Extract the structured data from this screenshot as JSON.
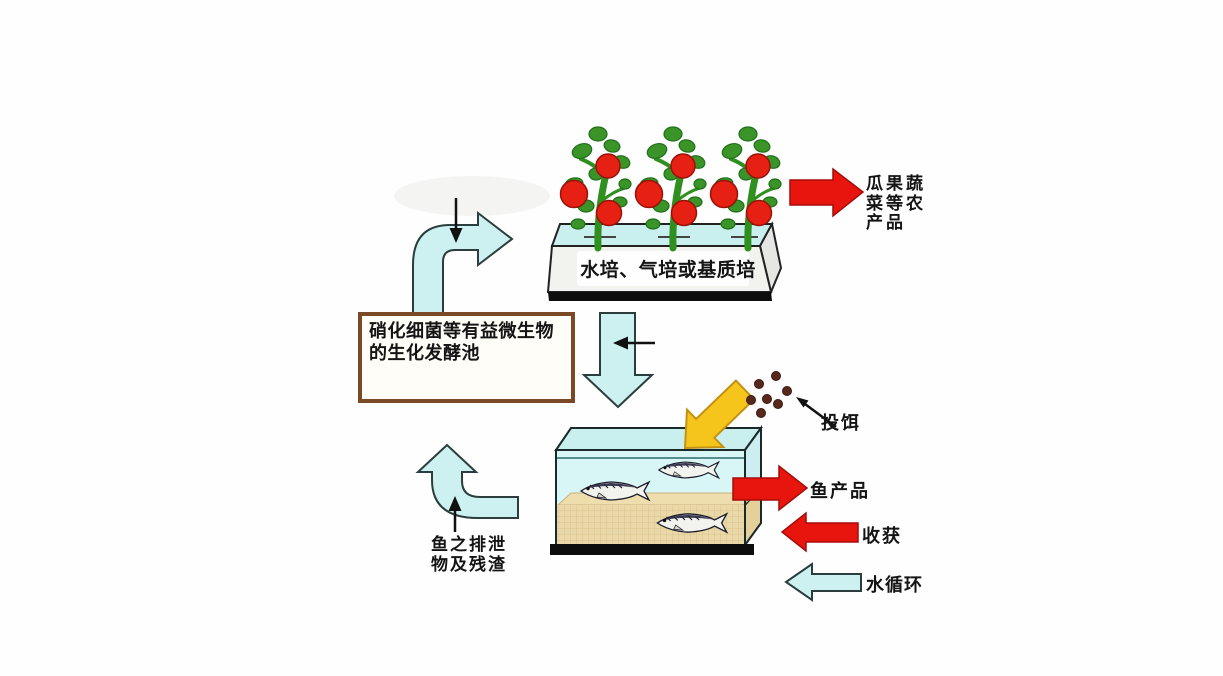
{
  "diagram": {
    "grow_bed_label": "水培、气培或基质培",
    "biofilter_box": {
      "lines": [
        "硝化细菌等有益微生物",
        "的生化发酵池"
      ]
    },
    "produce_label": {
      "lines": [
        "瓜果蔬",
        "菜等农",
        "产品"
      ]
    },
    "feeding_label": "投饵",
    "fish_product_label": "鱼产品",
    "harvest_label": "收获",
    "water_cycle_label": "水循环",
    "fish_waste_label": {
      "lines": [
        "鱼之排泄",
        "物及残渣"
      ]
    },
    "tomato_plants_count": 3,
    "fish_count": 3,
    "feed_pellets_count": 7
  },
  "colors": {
    "cyan_arrow": "#cdf1f1",
    "red_arrow": "#e8150f",
    "yellow_arrow": "#f6c51c",
    "box_border": "#7a4a26",
    "water": "#d8f6f6",
    "water_top": "#c9efef",
    "sand": "#ead9a8",
    "feed_dot": "#58281c",
    "tomato": "#e62012",
    "leaf": "#3a9428",
    "stem": "#2f8f1f",
    "tray_face": "#f2f2ef",
    "tank_base": "#0d0d0d"
  },
  "icons": {
    "flow_to_growbed_arrow": "curved-right-arrow",
    "growbed_inflow_pointer": "down-pointer-arrow",
    "nutrient_down_arrow": "big-down-arrow",
    "tank_inflow_pointer": "left-pointer-arrow",
    "produce_arrow": "right-arrow",
    "feed_arrow": "diagonal-down-left-arrow",
    "feed_pointer_arrow": "up-left-pointer-arrow",
    "fish_product_arrow": "right-arrow",
    "harvest_arrow": "left-arrow",
    "water_cycle_arrow": "left-arrow",
    "waste_return_arrow": "curved-up-arrow",
    "waste_pointer_arrow": "up-pointer-arrow"
  }
}
